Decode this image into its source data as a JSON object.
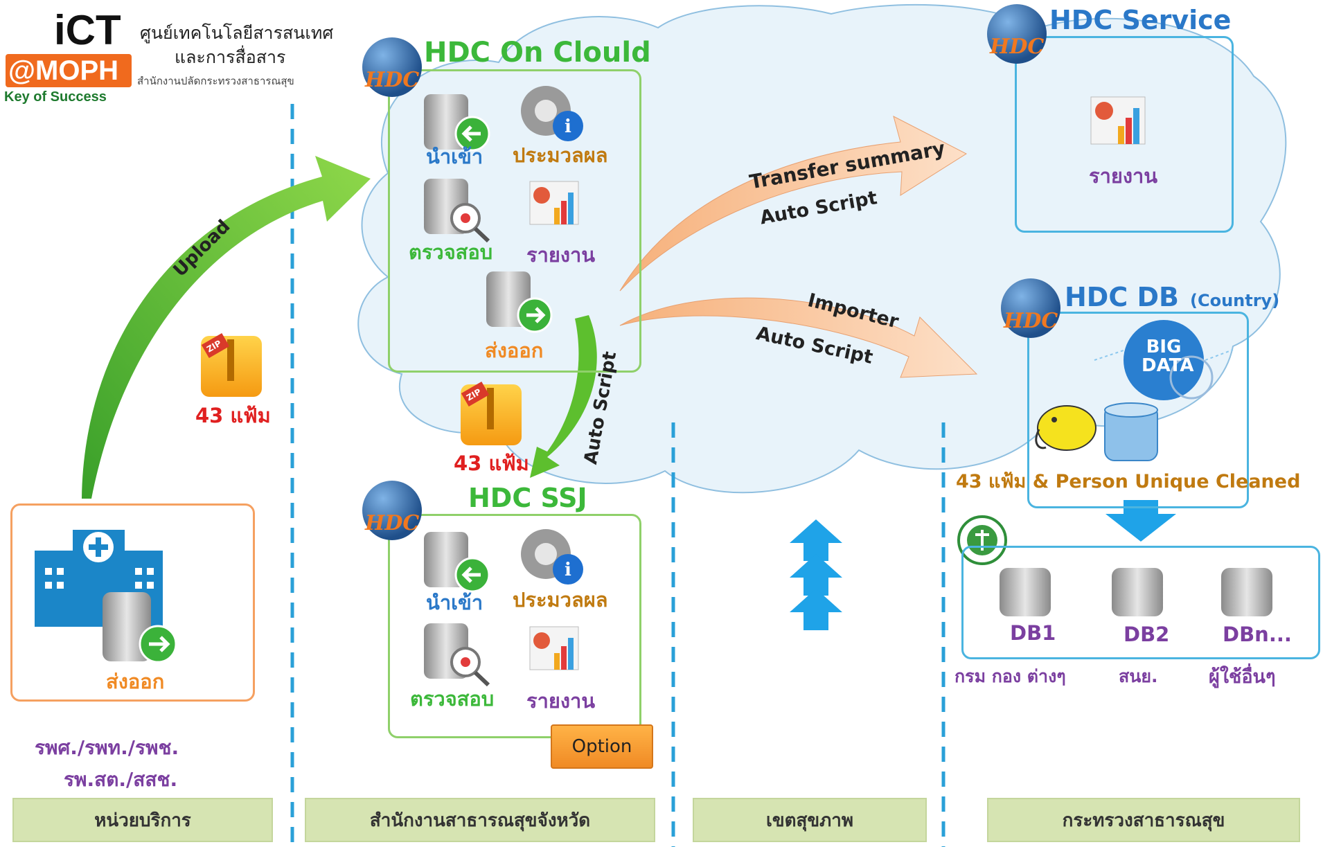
{
  "logo": {
    "brand_top": "iCT",
    "brand_mid": "@MOPH",
    "tagline": "Key of Success",
    "org_line1": "ศูนย์เทคโนโลยีสารสนเทศ",
    "org_line2": "และการสื่อสาร",
    "org_line3": "สำนักงานปลัดกระทรวงสาธารณสุข"
  },
  "hdc_cloud": {
    "title": "HDC On Clould",
    "import_label": "นำเข้า",
    "process_label": "ประมวลผล",
    "verify_label": "ตรวจสอบ",
    "report_label": "รายงาน",
    "export_label": "ส่งออก"
  },
  "hdc_service": {
    "title": "HDC Service",
    "report_label": "รายงาน"
  },
  "hdc_db": {
    "title": "HDC DB",
    "title_suffix": "(Country)",
    "bigdata_label": "BIG DATA",
    "caption": "43 แฟ้ม & Person Unique Cleaned"
  },
  "hdc_ssj": {
    "title": "HDC SSJ",
    "import_label": "นำเข้า",
    "process_label": "ประมวลผล",
    "verify_label": "ตรวจสอบ",
    "report_label": "รายงาน",
    "option_label": "Option"
  },
  "hospital": {
    "export_label": "ส่งออก",
    "unit_line1": "รพศ./รพท./รพช.",
    "unit_line2": "รพ.สต./สสช."
  },
  "arrows": {
    "upload": "Upload",
    "transfer": "Transfer summary",
    "auto_script_1": "Auto Script",
    "importer": "Importer",
    "auto_script_2": "Auto Script",
    "auto_script_3": "Auto Script"
  },
  "files": {
    "label_left": "43 แฟ้ม",
    "label_mid": "43 แฟ้ม",
    "zip_tag": "ZIP"
  },
  "dbs": {
    "db1": "DB1",
    "db2": "DB2",
    "dbn": "DBn...",
    "user1": "กรม กอง ต่างๆ",
    "user2": "สนย.",
    "user3": "ผู้ใช้อื่นๆ"
  },
  "footer": {
    "col1": "หน่วยบริการ",
    "col2": "สำนักงานสาธารณสุขจังหวัด",
    "col3": "เขตสุขภาพ",
    "col4": "กระทรวงสาธารณสุข"
  },
  "colors": {
    "green": "#3cb83a",
    "blue": "#2a78c8",
    "orange": "#f08a24",
    "purple": "#7b3fa0",
    "red": "#e02020",
    "dashed": "#2aa0d8",
    "footer": "#d6e4b2"
  }
}
